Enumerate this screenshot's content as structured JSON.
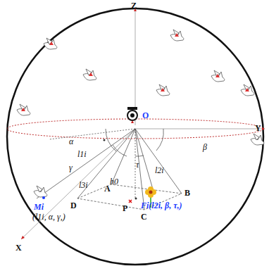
{
  "diagram": {
    "labels": [
      "Z",
      "Y",
      "X",
      "O",
      "α",
      "β",
      "l1i",
      "γ",
      "l3i",
      "l2i",
      "τ",
      "Mi",
      "(l1i, α, γ,)",
      "Fi(l2i, β, τ,)",
      "h0",
      "A",
      "B",
      "C",
      "D",
      "P"
    ]
  }
}
